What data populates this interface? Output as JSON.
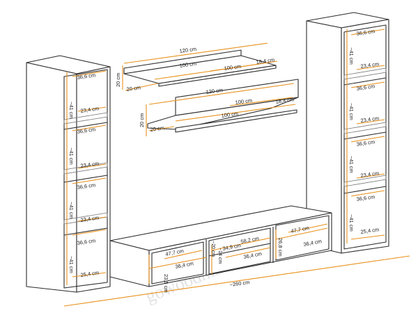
{
  "watermark": "gowoodmark",
  "colors": {
    "dimension": "#e8901a",
    "outline": "#2b2b2b"
  },
  "shelves": {
    "top": {
      "length_outer": "120 cm",
      "length_inner": "100 cm",
      "depth": "18,4 cm",
      "height": "20 cm",
      "side": "20 cm",
      "inner_100": "100 cm"
    },
    "bottom": {
      "length_outer": "120 cm",
      "length_inner": "100 cm",
      "depth": "18,4 cm",
      "height": "20 cm",
      "side": "20 cm",
      "inner_100": "100 cm"
    }
  },
  "left_cabinet": {
    "widths": [
      "36,6 cm",
      "36,6 cm",
      "36,6 cm",
      "36,6 cm"
    ],
    "glass": [
      "23,4 cm",
      "23,4 cm",
      "23,4 cm",
      "25,4 cm"
    ],
    "heights": [
      "~41 cm",
      "~41 cm",
      "~41 cm",
      "~41 cm"
    ]
  },
  "right_cabinet": {
    "widths": [
      "36,6 cm",
      "36,6 cm",
      "36,6 cm",
      "36,6 cm"
    ],
    "glass": [
      "23,4 cm",
      "23,4 cm",
      "23,4 cm",
      "25,4 cm"
    ],
    "heights": [
      "~41 cm",
      "~41 cm",
      "~41 cm",
      "~41 cm"
    ]
  },
  "tv_stand": {
    "left": {
      "depth": "47,7 cm",
      "width": "36,4 cm",
      "height": "23,5 cm"
    },
    "middle": {
      "top": "58,2 cm",
      "mid": "34,9 cm",
      "width": "36,4 cm",
      "h1": "~20 cm",
      "h2": "~14 cm"
    },
    "right": {
      "depth": "47,7 cm",
      "width": "36,4 cm",
      "height": "26,8 cm"
    },
    "total": "~260 cm"
  }
}
